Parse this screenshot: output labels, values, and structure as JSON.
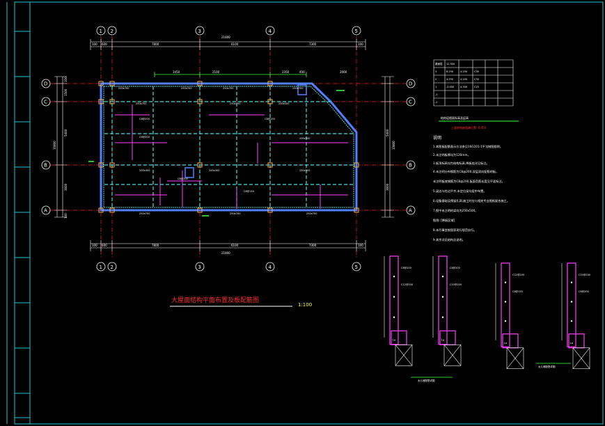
{
  "drawing": {
    "title": "大屋面结构平面布置及板配筋图",
    "scale": "1:100",
    "axes_top": [
      "1",
      "2",
      "3",
      "4",
      "5"
    ],
    "axes_side": [
      "D",
      "C",
      "B",
      "A"
    ],
    "dims_top": [
      "100",
      "600",
      "7800",
      "6100",
      "7300",
      "100"
    ],
    "dims_total": "21800",
    "dims_left": [
      "100",
      "1500",
      "5400",
      "3600",
      "100"
    ],
    "dims_left_total": "10800",
    "dims_right": [
      "5400",
      "3600"
    ],
    "dims_right_total": "10800",
    "beams": [
      "250x700",
      "250x700",
      "250x700",
      "250x700",
      "250x700",
      "250x700",
      "200x500",
      "200x500",
      "200x400",
      "200x400",
      "250x500",
      "250x700"
    ],
    "slab_notes": [
      "C8@200",
      "C8@200",
      "C8@150",
      "C8@200",
      "C8@150"
    ],
    "inner_dims": [
      "3450",
      "2100",
      "2350",
      "400",
      "2000"
    ]
  },
  "table": {
    "rows": [
      [
        "屋面层",
        "12.550",
        "",
        ""
      ],
      [
        "3",
        "8.250",
        "4.250",
        "C30"
      ],
      [
        "2",
        "4.250",
        "4.200",
        "C30"
      ],
      [
        "1",
        "-0.050",
        "4.300",
        "C25"
      ],
      [
        "-1",
        "",
        "",
        ""
      ],
      [
        "-2",
        "",
        "",
        ""
      ]
    ],
    "caption": "结构层楼面标高及层高",
    "sub_caption": "上部结构嵌固端位置:-0.050"
  },
  "notes": {
    "heading": "说明",
    "items": [
      "1.本图板配筋表示方法参见16G101-1平法制图规则。",
      "2.未注明板厚均为120mm。",
      "3.板顶标高均为结构标高,降板处详见标注。",
      "4.未注明分布钢筋为C8@200,双层双向配筋的板。",
      "   未注明板底钢筋为C8@200,板面负筋长度见平面标注。",
      "5.梁边与柱边平齐,未定位梁均居中布置。",
      "6.设备基础及预留孔洞,施工时应与相关专业图纸配合施工。",
      "7.图中未注明的梁均为250x500。",
      "   图例: [降板区域]",
      "8.未尽事宜按国家现行规范执行。",
      "9.其余详见结构总说明。"
    ]
  },
  "sections": {
    "labels": [
      "C8@200",
      "C8@200",
      "C12@200",
      "C10@200",
      "C8@150"
    ],
    "la": "La",
    "captions": [
      "女儿墙配筋详图",
      "女儿墙配筋详图"
    ]
  },
  "colors": {
    "axis": "#ff2020",
    "dim": "#ffffff",
    "beam": "#40e0e0",
    "slab": "#ff40ff",
    "text_cn": "#ff3030",
    "green": "#40ff40",
    "yellow": "#ffff40",
    "wall": "#5080ff",
    "frame": "#20c8d8"
  }
}
